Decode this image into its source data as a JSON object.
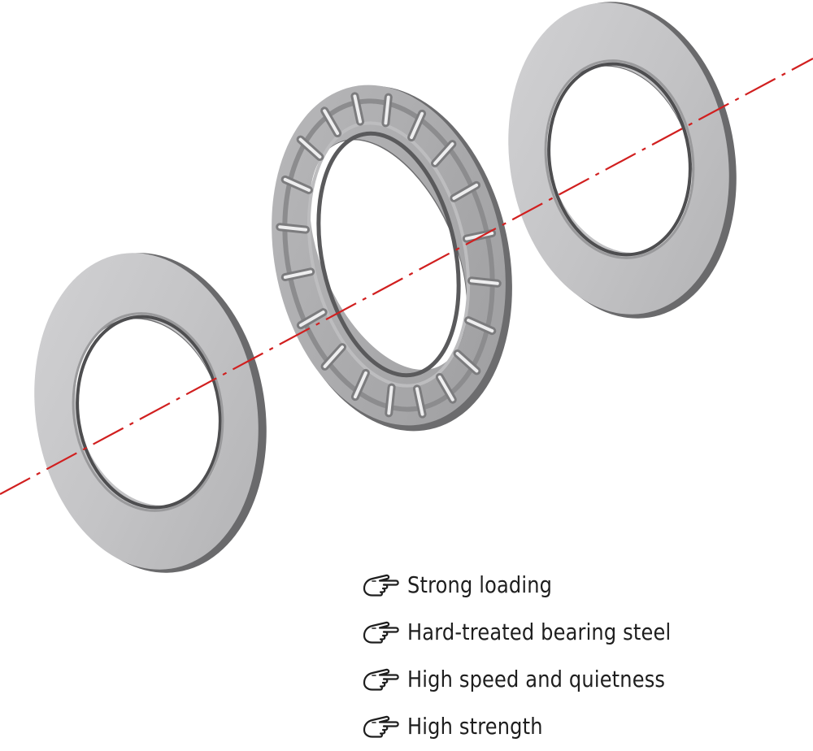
{
  "image": {
    "subject": "thrust needle roller bearing with two washers",
    "colors": {
      "background": "#ffffff",
      "steel_light": "#c9c9cb",
      "steel_mid": "#a9a9ab",
      "steel_dark": "#555557",
      "axis_line": "#d11f1f",
      "text": "#1e1e1e"
    }
  },
  "features": {
    "icon": "pointing-hand-icon",
    "items": [
      {
        "label": "Strong loading"
      },
      {
        "label": "Hard-treated bearing steel"
      },
      {
        "label": "High speed and quietness"
      },
      {
        "label": "High strength"
      }
    ]
  }
}
